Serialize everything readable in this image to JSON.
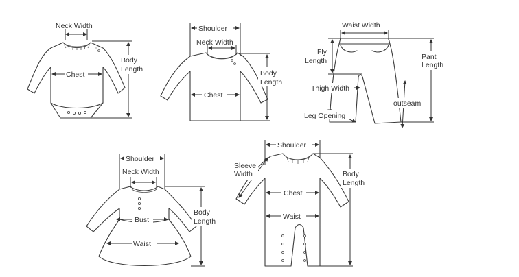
{
  "garments": {
    "bodysuit": {
      "neck_width": "Neck Width",
      "body_length": [
        "Body",
        "Length"
      ],
      "chest": "Chest"
    },
    "top": {
      "shoulder": "Shoulder",
      "neck_width": "Neck Width",
      "body_length": [
        "Body",
        "Length"
      ],
      "chest": "Chest"
    },
    "pants": {
      "waist_width": "Waist Width",
      "fly_length": [
        "Fly",
        "Length"
      ],
      "pant_length": [
        "Pant",
        "Length"
      ],
      "thigh_width": "Thigh Width",
      "outseam": "outseam",
      "leg_opening": "Leg Opening"
    },
    "dress": {
      "shoulder": "Shoulder",
      "neck_width": "Neck Width",
      "body_length": [
        "Body",
        "Length"
      ],
      "bust": "Bust",
      "waist": "Waist"
    },
    "romper": {
      "shoulder": "Shoulder",
      "sleeve_width": [
        "Sleeve",
        "Width"
      ],
      "body_length": [
        "Body",
        "Length"
      ],
      "chest": "Chest",
      "waist": "Waist"
    }
  }
}
